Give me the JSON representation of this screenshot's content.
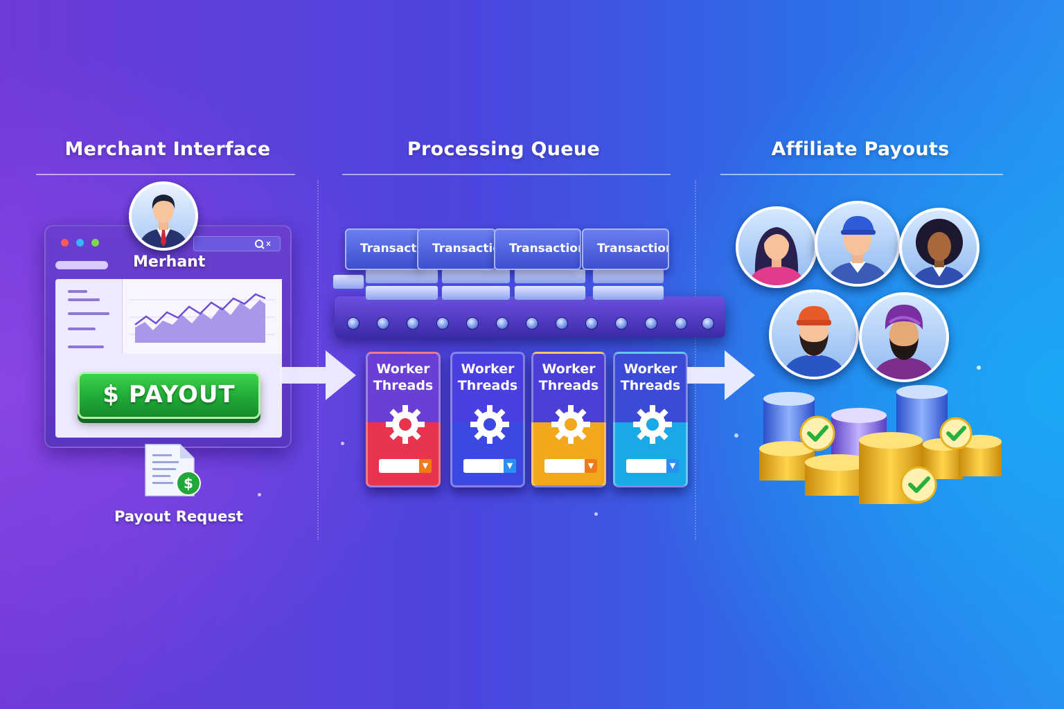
{
  "sections": {
    "merchant_title": "Merchant Interface",
    "queue_title": "Processing Queue",
    "payouts_title": "Affiliate Payouts"
  },
  "merchant": {
    "name_label": "Merhant",
    "payout_button": "$  PAYOUT",
    "request_label": "Payout Request",
    "document_icon_symbol": "$"
  },
  "queue": {
    "transactions": [
      "Transaction",
      "Transaction",
      "Transaction",
      "Transaction"
    ],
    "workers": [
      {
        "label": "Worker\nThreads",
        "color": "#e8344f"
      },
      {
        "label": "Worker\nThreads",
        "color": "#3b49e0"
      },
      {
        "label": "Worker\nThreads",
        "color": "#f2a81c"
      },
      {
        "label": "Worker\nThreads",
        "color": "#18a9e6"
      }
    ]
  },
  "colors": {
    "payout_green": "#1faa37",
    "coin_gold": "#f0b51e",
    "check_green": "#27b13c"
  }
}
